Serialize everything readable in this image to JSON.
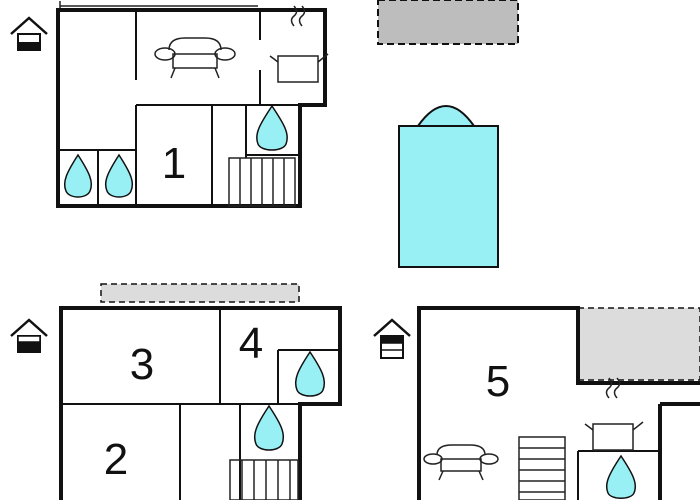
{
  "floorplan": {
    "room_labels": {
      "r1": "1",
      "r2": "2",
      "r3": "3",
      "r4": "4",
      "r5": "5"
    },
    "pool_color": "#99f0f4",
    "water_color": "#99f0f4",
    "terrace_color": "#dcdcdc",
    "terrace_dark_color": "#bdbdbd",
    "icons": [
      "house-level-icon",
      "sofa-icon",
      "cooking-pot-icon",
      "water-drop-icon",
      "stairs-icon",
      "swimming-pool"
    ]
  }
}
